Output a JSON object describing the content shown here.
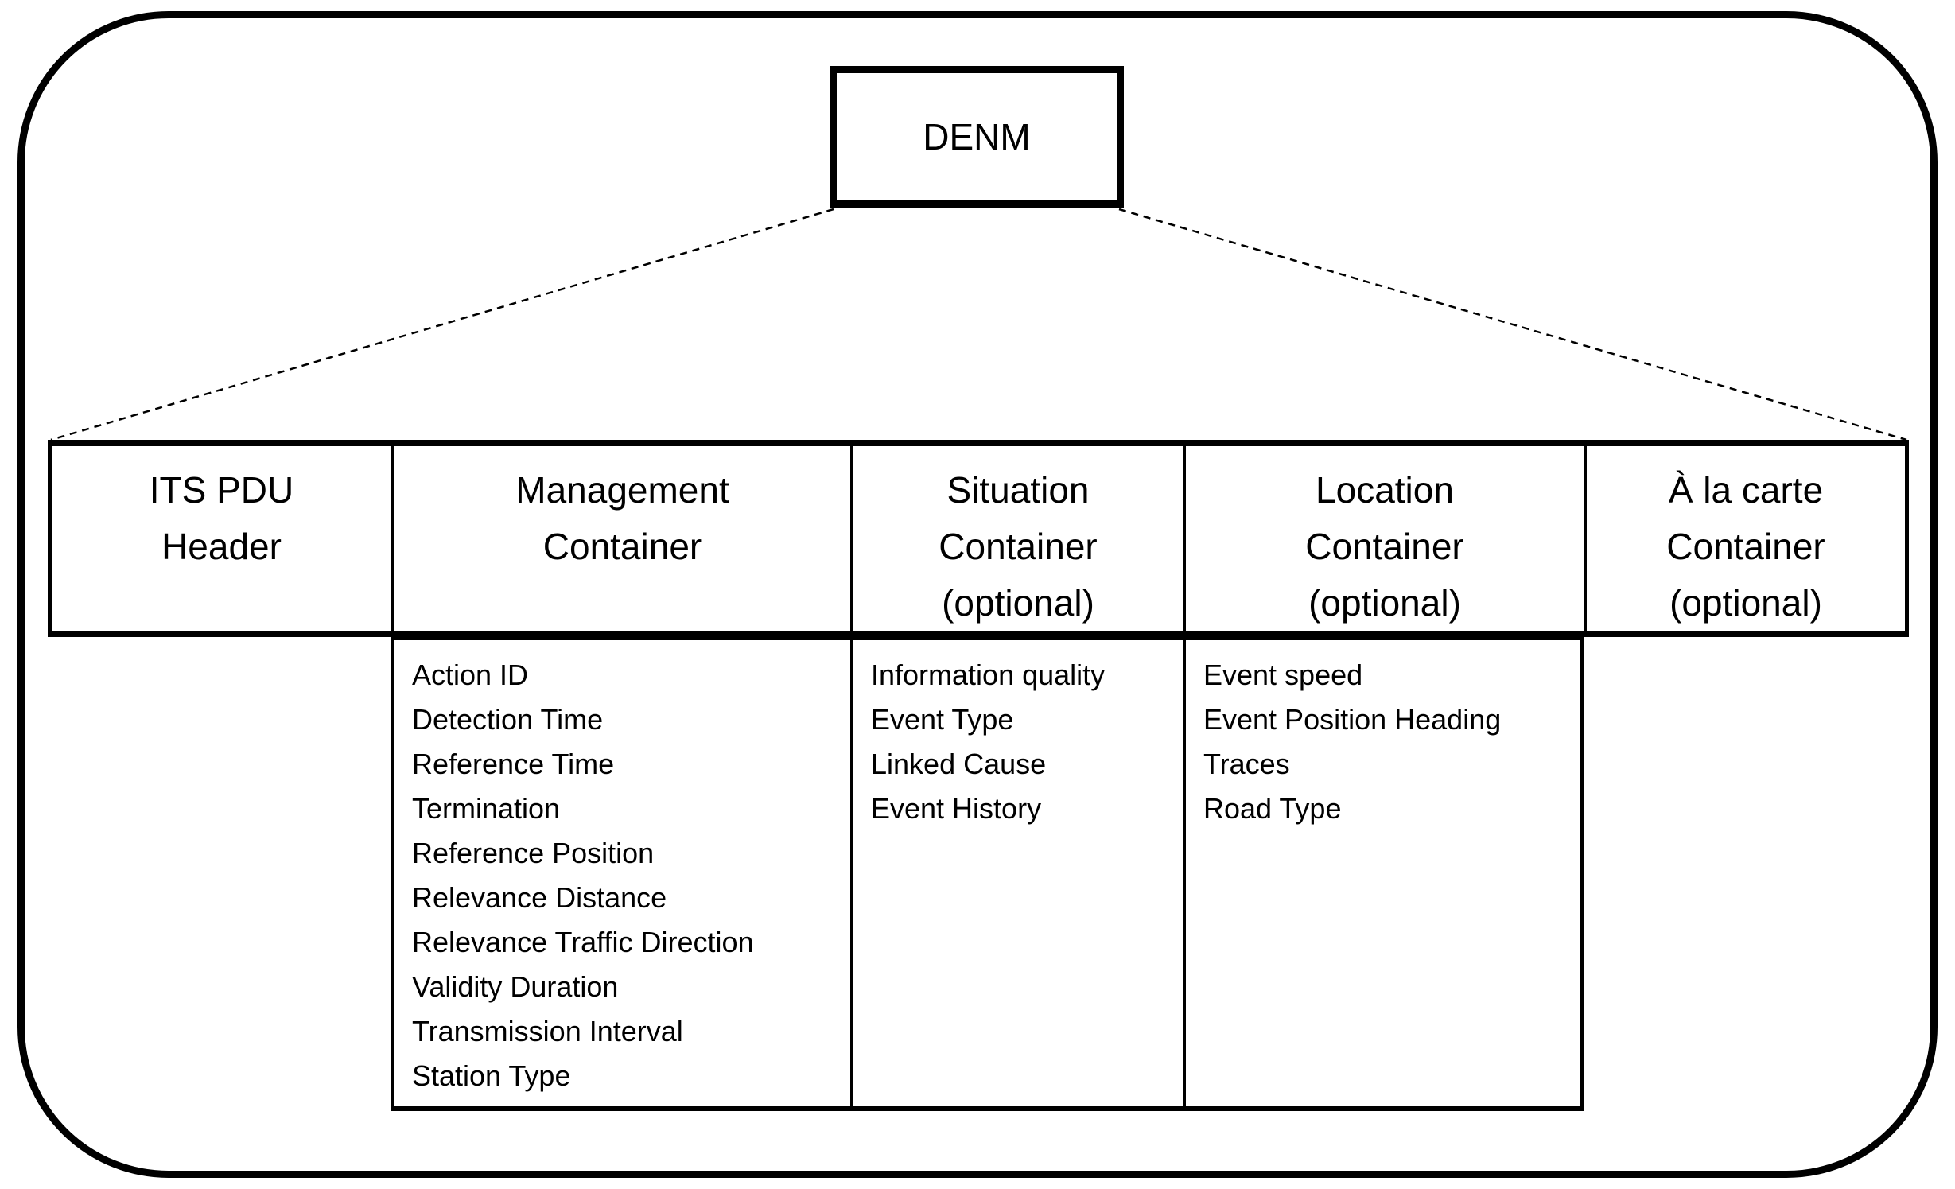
{
  "colors": {
    "ink": "#000000",
    "background": "#ffffff"
  },
  "denm": {
    "title": "DENM"
  },
  "columns": [
    {
      "id": "its-pdu-header",
      "header_lines": [
        "ITS PDU",
        "Header"
      ],
      "optional": false,
      "items": []
    },
    {
      "id": "management-container",
      "header_lines": [
        "Management",
        "Container"
      ],
      "optional": false,
      "items": [
        "Action ID",
        "Detection Time",
        "Reference Time",
        "Termination",
        "Reference Position",
        "Relevance Distance",
        "Relevance Traffic Direction",
        "Validity Duration",
        "Transmission Interval",
        "Station Type"
      ]
    },
    {
      "id": "situation-container",
      "header_lines": [
        "Situation",
        "Container",
        "(optional)"
      ],
      "optional": true,
      "items": [
        "Information quality",
        "Event Type",
        "Linked Cause",
        "Event History"
      ]
    },
    {
      "id": "location-container",
      "header_lines": [
        "Location",
        "Container",
        "(optional)"
      ],
      "optional": true,
      "items": [
        "Event speed",
        "Event Position Heading",
        "Traces",
        "Road Type"
      ]
    },
    {
      "id": "a-la-carte-container",
      "header_lines": [
        "À la carte",
        "Container",
        "(optional)"
      ],
      "optional": true,
      "items": []
    }
  ]
}
